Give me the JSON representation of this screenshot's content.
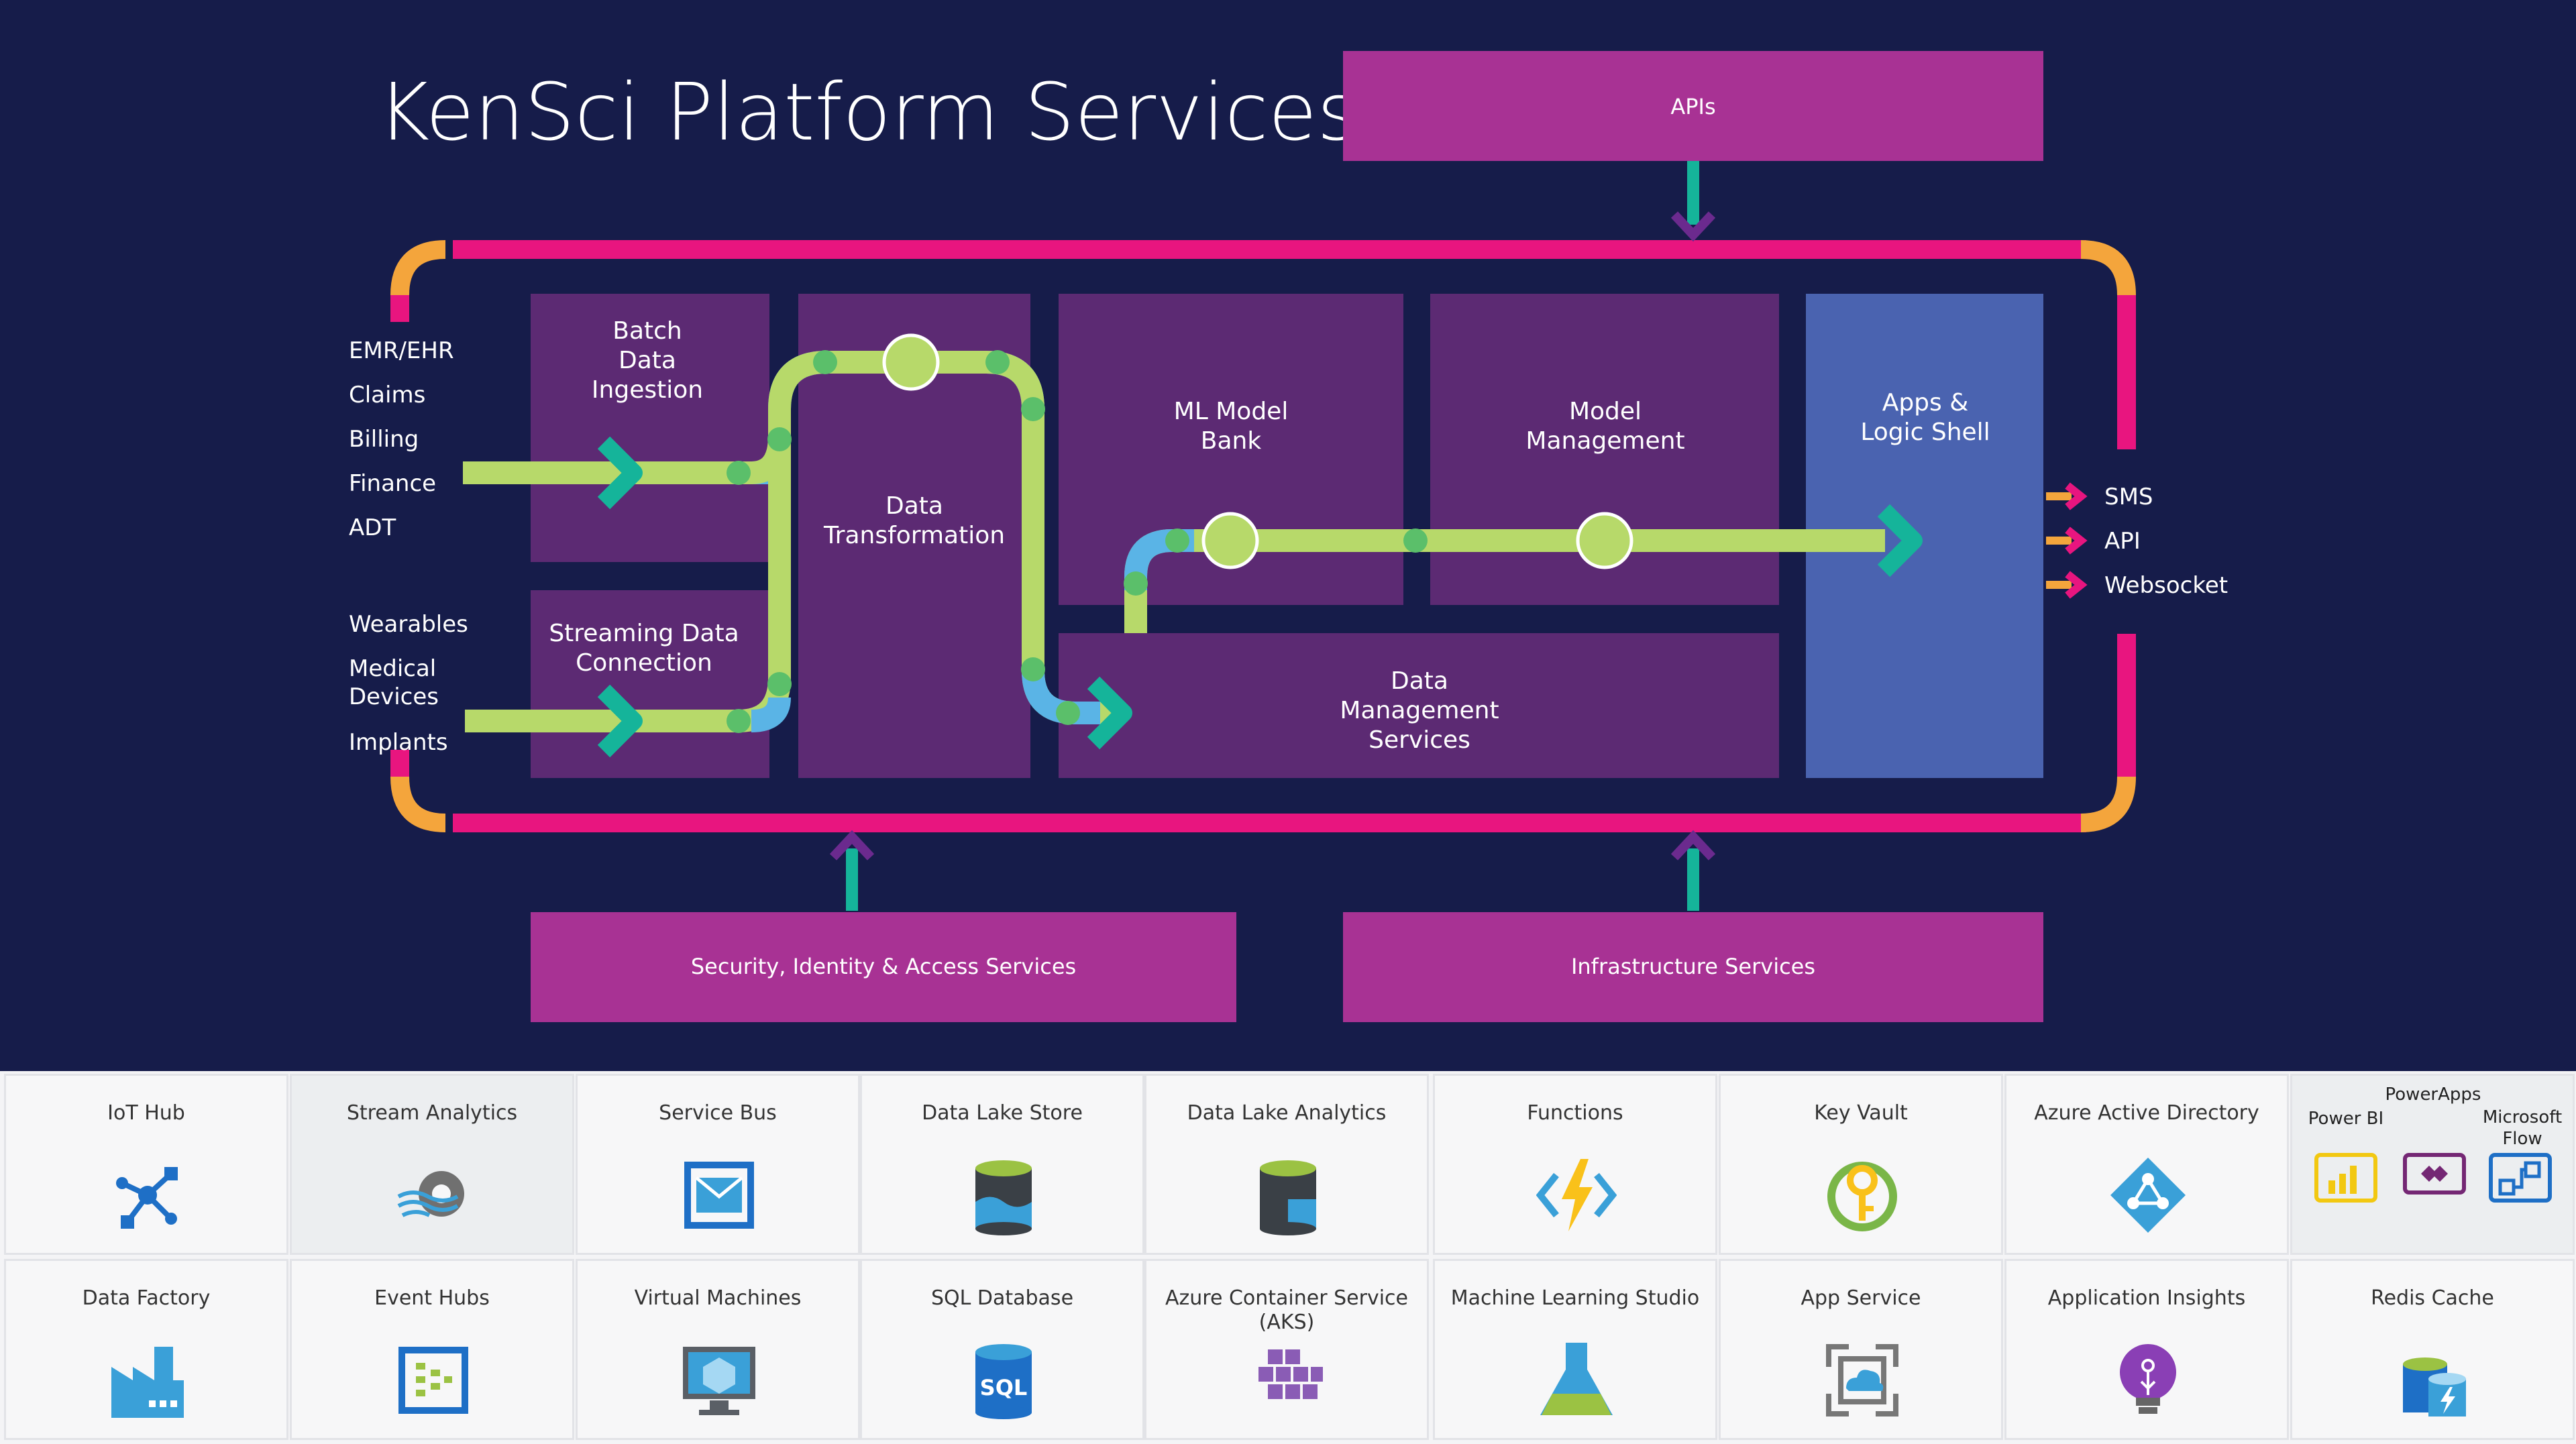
{
  "title": "KenSci Platform Services",
  "colors": {
    "background": "#161c4a",
    "magenta": "#e8157f",
    "orange": "#f4a53c",
    "box_purple": "#5c2a73",
    "service_bar": "#a83294",
    "apps_blue": "#4a63b0",
    "path_green": "#b7d96a",
    "path_blue": "#5ab4e6",
    "arrow_teal": "#15b49a"
  },
  "top_bar": {
    "label": "APIs"
  },
  "bottom_bars": [
    {
      "label": "Security, Identity & Access Services"
    },
    {
      "label": "Infrastructure Services"
    }
  ],
  "sources": {
    "batch": [
      "EMR/EHR",
      "Claims",
      "Billing",
      "Finance",
      "ADT"
    ],
    "streaming": [
      "Wearables",
      "Medical\nDevices",
      "Implants"
    ]
  },
  "boxes": {
    "batch": "Batch\nData\nIngestion",
    "streaming": "Streaming Data\nConnection",
    "transformation": "Data\nTransformation",
    "ml_bank": "ML Model\nBank",
    "model_mgmt": "Model\nManagement",
    "apps": "Apps &\nLogic Shell",
    "data_mgmt": "Data\nManagement\nServices"
  },
  "outputs": [
    "SMS",
    "API",
    "Websocket"
  ],
  "services": {
    "row1": [
      {
        "label": "IoT Hub",
        "icon": "iot-hub-icon"
      },
      {
        "label": "Stream Analytics",
        "icon": "stream-analytics-icon"
      },
      {
        "label": "Service Bus",
        "icon": "service-bus-icon"
      },
      {
        "label": "Data Lake Store",
        "icon": "data-lake-store-icon"
      },
      {
        "label": "Data Lake Analytics",
        "icon": "data-lake-analytics-icon"
      },
      {
        "label": "Functions",
        "icon": "functions-icon"
      },
      {
        "label": "Key Vault",
        "icon": "key-vault-icon"
      },
      {
        "label": "Azure Active Directory",
        "icon": "active-directory-icon"
      }
    ],
    "power_tile": {
      "top": "PowerApps",
      "left": "Power BI",
      "right": "Microsoft\nFlow"
    },
    "row2": [
      {
        "label": "Data Factory",
        "icon": "data-factory-icon"
      },
      {
        "label": "Event Hubs",
        "icon": "event-hubs-icon"
      },
      {
        "label": "Virtual Machines",
        "icon": "virtual-machines-icon"
      },
      {
        "label": "SQL Database",
        "icon": "sql-database-icon",
        "badge": "SQL"
      },
      {
        "label": "Azure Container Service\n(AKS)",
        "icon": "container-service-icon"
      },
      {
        "label": "Machine Learning Studio",
        "icon": "ml-studio-icon"
      },
      {
        "label": "App Service",
        "icon": "app-service-icon"
      },
      {
        "label": "Application Insights",
        "icon": "app-insights-icon"
      },
      {
        "label": "Redis Cache",
        "icon": "redis-cache-icon"
      }
    ]
  }
}
